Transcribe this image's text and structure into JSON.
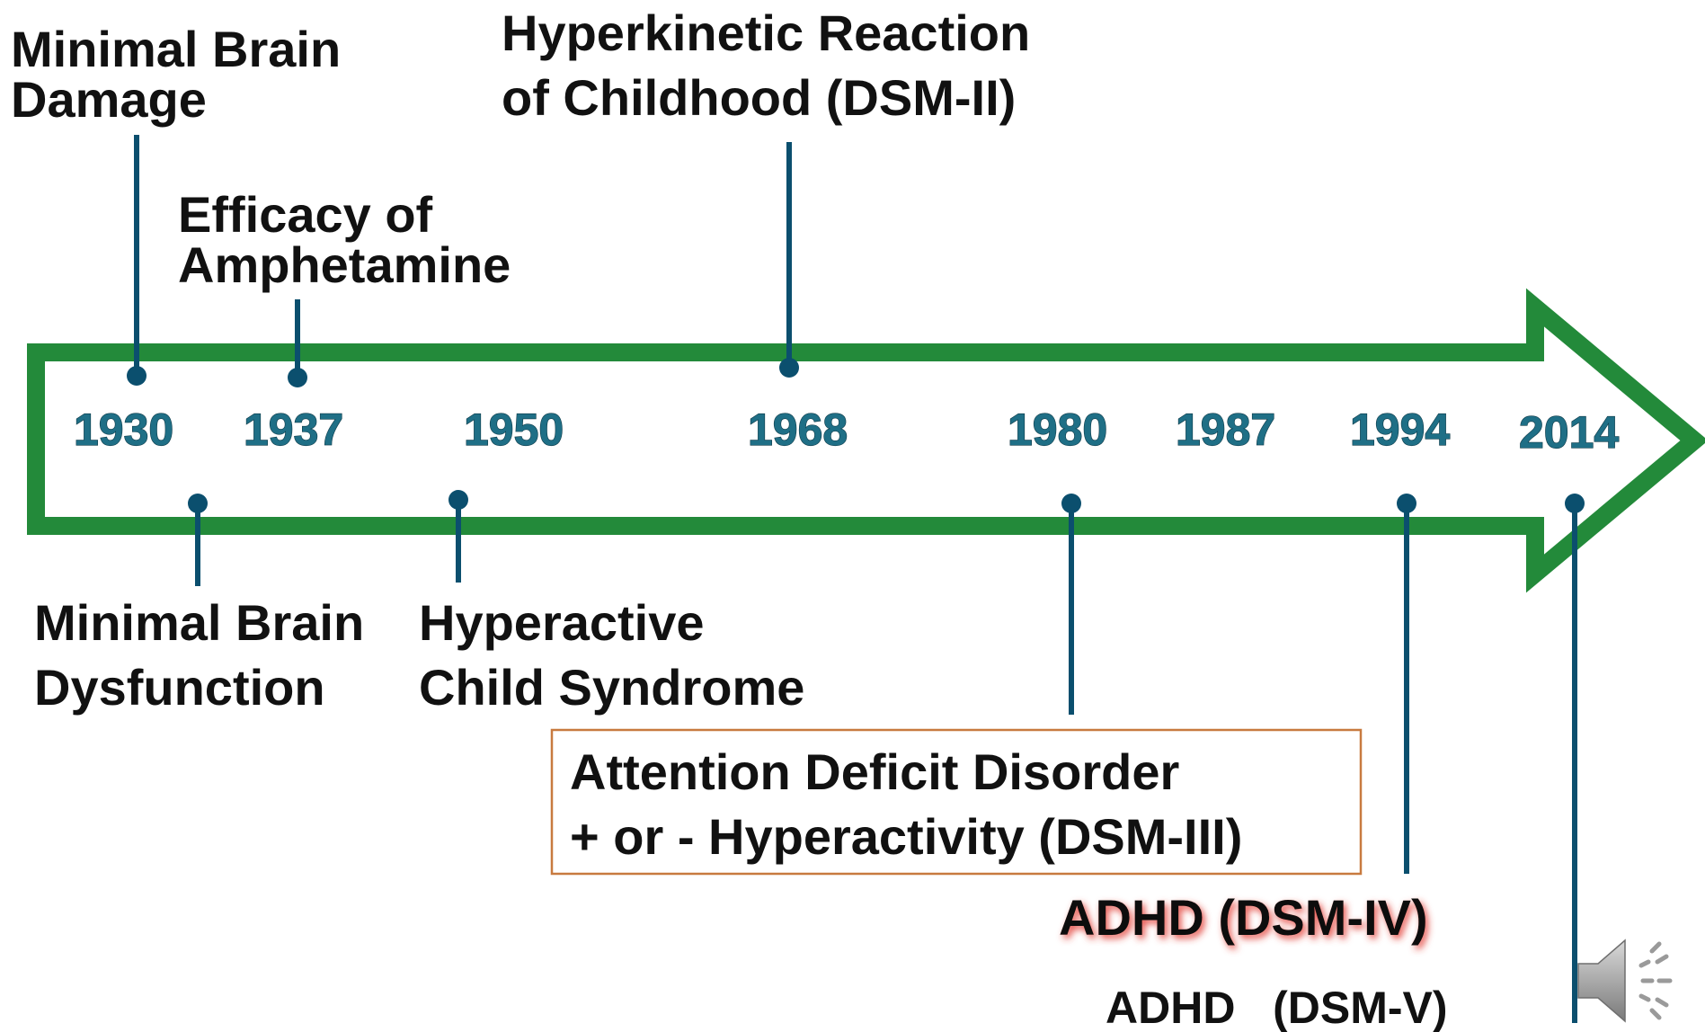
{
  "timeline": {
    "years": [
      "1930",
      "1937",
      "1950",
      "1968",
      "1980",
      "1987",
      "1994",
      "2014"
    ],
    "events": {
      "minimal_brain_damage": [
        "Minimal Brain",
        "Damage"
      ],
      "efficacy_of_amphetamine": [
        "Efficacy of",
        "Amphetamine"
      ],
      "hyperkinetic_reaction": [
        "Hyperkinetic Reaction",
        "of Childhood (DSM-II)"
      ],
      "minimal_brain_dysfunction": [
        "Minimal Brain",
        "Dysfunction"
      ],
      "hyperactive_child_syndrome": [
        "Hyperactive",
        "Child Syndrome"
      ],
      "attention_deficit_disorder": [
        "Attention Deficit Disorder",
        "+ or - Hyperactivity (DSM-III)"
      ],
      "adhd_dsm_iv": "ADHD (DSM-IV)",
      "adhd_dsm_v": "ADHD   (DSM-V)"
    }
  },
  "colors": {
    "arrow_outline": "#238a3a",
    "year_text": "#1f6f86",
    "connector": "#0b4f6e",
    "box_border": "#c87a3f",
    "dsm4_glow": "#e0302a",
    "speaker_icon": "#8c8c8c"
  },
  "icons": {
    "speaker": "speaker-audio-icon"
  }
}
